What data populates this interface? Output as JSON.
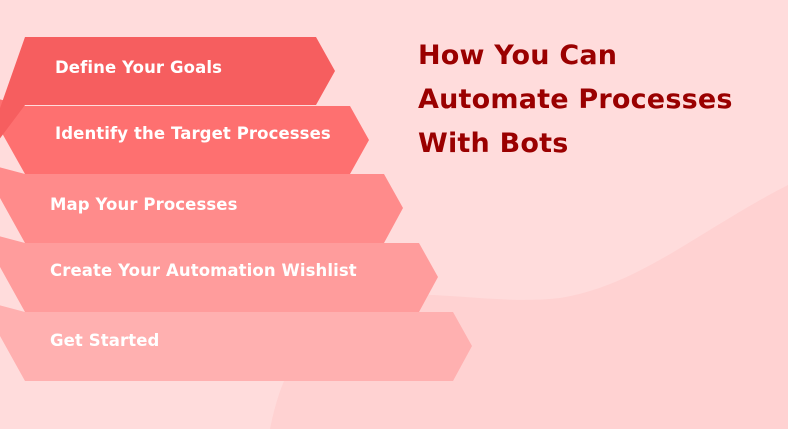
{
  "title": {
    "lines": [
      "How You Can",
      "Automate Processes",
      "With Bots"
    ],
    "color": "#9A0000"
  },
  "background": {
    "base_color": "#FFDCDC",
    "wave_color": "#FFD2D2"
  },
  "steps": [
    {
      "label": "Define Your Goals",
      "color": "#F65E5F"
    },
    {
      "label": "Identify the Target Processes",
      "color": "#FE7070"
    },
    {
      "label": "Map Your Processes",
      "color": "#FF8B8B"
    },
    {
      "label": "Create Your Automation Wishlist",
      "color": "#FF9C9C"
    },
    {
      "label": "Get Started",
      "color": "#FFB0B0"
    }
  ]
}
